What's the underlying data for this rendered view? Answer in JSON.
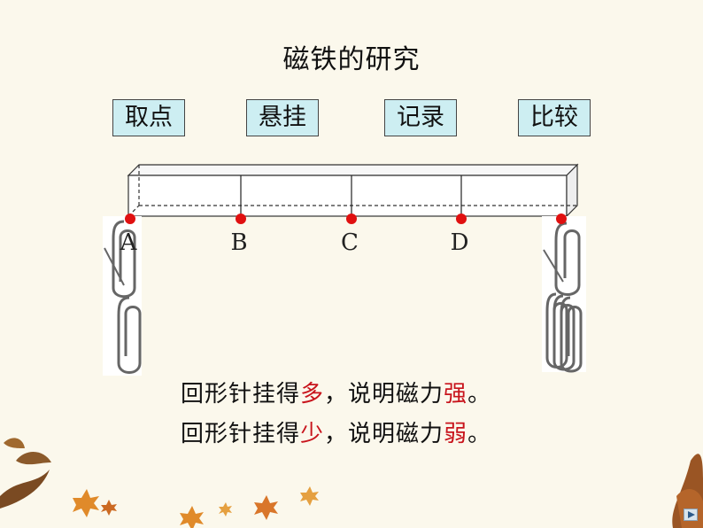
{
  "title": "磁铁的研究",
  "steps": [
    "取点",
    "悬挂",
    "记录",
    "比较"
  ],
  "points": [
    "A",
    "B",
    "C",
    "D"
  ],
  "conclusion1": {
    "prefix": "回形针挂得",
    "keyword": "多",
    "middle": "，说明磁力",
    "result": "强",
    "suffix": "。"
  },
  "conclusion2": {
    "prefix": "回形针挂得",
    "keyword": "少",
    "middle": "，说明磁力",
    "result": "弱",
    "suffix": "。"
  },
  "colors": {
    "accent": "#c8141c",
    "step_box": "#cdeef2"
  },
  "icons": {
    "nav": "play-triangle-icon"
  }
}
